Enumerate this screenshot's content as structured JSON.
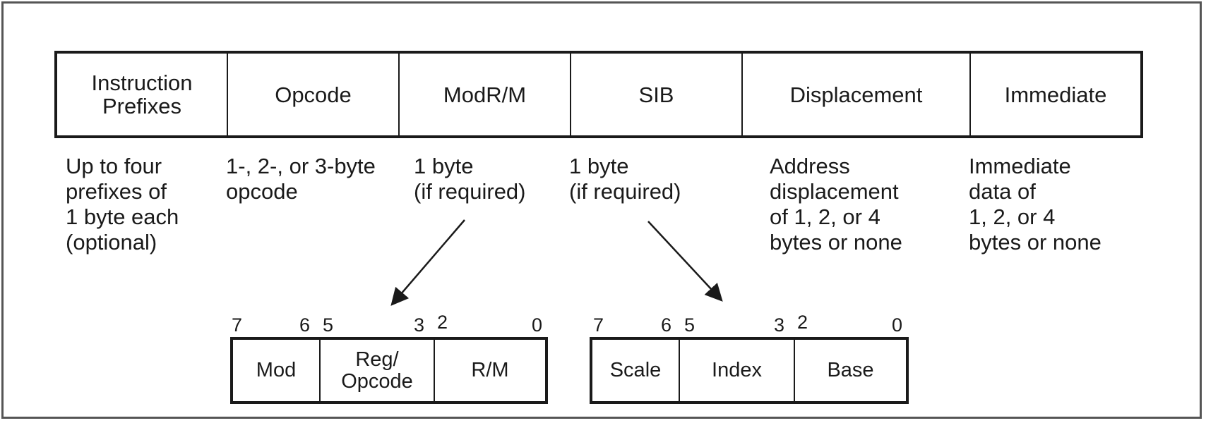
{
  "fields": [
    {
      "label": "Instruction\nPrefixes",
      "desc": "Up to four\nprefixes of\n1 byte each\n(optional)"
    },
    {
      "label": "Opcode",
      "desc": "1-, 2-, or 3-byte\nopcode"
    },
    {
      "label": "ModR/M",
      "desc": "1 byte\n(if required)"
    },
    {
      "label": "SIB",
      "desc": "1 byte\n(if required)"
    },
    {
      "label": "Displacement",
      "desc": "Address\ndisplacement\nof 1, 2, or 4\nbytes or none"
    },
    {
      "label": "Immediate",
      "desc": "Immediate\ndata of\n1, 2, or 4\nbytes or none"
    }
  ],
  "modrm": {
    "fields": [
      "Mod",
      "Reg/\nOpcode",
      "R/M"
    ],
    "bits": [
      "7",
      "6",
      "5",
      "3",
      "2",
      "0"
    ]
  },
  "sib": {
    "fields": [
      "Scale",
      "Index",
      "Base"
    ],
    "bits": [
      "7",
      "6",
      "5",
      "3",
      "2",
      "0"
    ]
  }
}
